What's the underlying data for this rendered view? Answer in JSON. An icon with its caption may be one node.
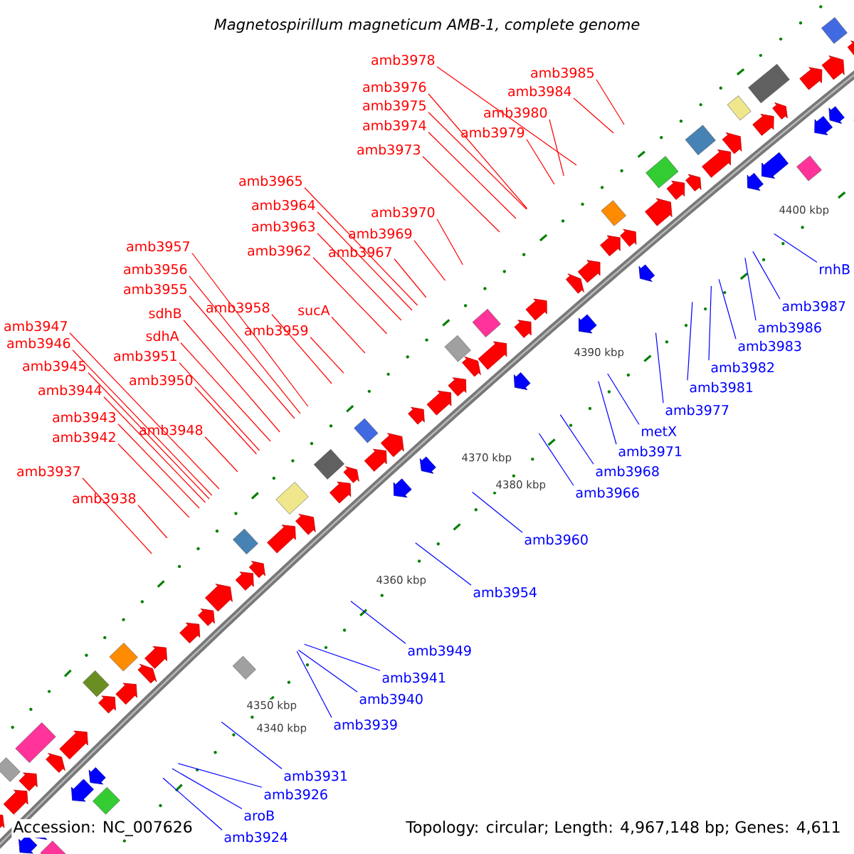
{
  "diagram": {
    "title": "Magnetospirillum magneticum AMB-1, complete genome",
    "nodes": [
      {
        "text": [
          "amb3978"
        ]
      },
      {
        "text": [
          "amb3985"
        ]
      },
      {
        "text": [
          "amb3976"
        ]
      },
      {
        "text": [
          "amb3984"
        ]
      },
      {
        "text": [
          "amb3975"
        ]
      },
      {
        "text": [
          "amb3980"
        ]
      },
      {
        "text": [
          "amb3974"
        ]
      },
      {
        "text": [
          "amb3979"
        ]
      },
      {
        "text": [
          "amb3973"
        ]
      },
      {
        "text": [
          "amb3965"
        ]
      },
      {
        "text": [
          "amb3964"
        ]
      },
      {
        "text": [
          "amb3970"
        ]
      },
      {
        "text": [
          "amb3963"
        ]
      },
      {
        "text": [
          "amb3969"
        ]
      },
      {
        "text": [
          "amb3962"
        ]
      },
      {
        "text": [
          "amb3967"
        ]
      },
      {
        "text": [
          "amb3957"
        ]
      },
      {
        "text": [
          "amb3956"
        ]
      },
      {
        "text": [
          "amb3955"
        ]
      },
      {
        "text": [
          "sdhB"
        ]
      },
      {
        "text": [
          "amb3958"
        ]
      },
      {
        "text": [
          "sucA"
        ]
      },
      {
        "text": [
          "amb3947"
        ]
      },
      {
        "text": [
          "amb3959"
        ]
      },
      {
        "text": [
          "sdhA"
        ]
      },
      {
        "text": [
          "amb3946"
        ]
      },
      {
        "text": [
          "amb3951"
        ]
      },
      {
        "text": [
          "amb3945"
        ]
      },
      {
        "text": [
          "amb3950"
        ]
      },
      {
        "text": [
          "amb3944"
        ]
      },
      {
        "text": [
          "amb3943"
        ]
      },
      {
        "text": [
          "amb3948"
        ]
      },
      {
        "text": [
          "amb3942"
        ]
      },
      {
        "text": [
          "amb3937"
        ]
      },
      {
        "text": [
          "amb3938"
        ]
      },
      {
        "text": [
          "rnhB"
        ]
      },
      {
        "text": [
          "amb3987"
        ]
      },
      {
        "text": [
          "amb3986"
        ]
      },
      {
        "text": [
          "amb3983"
        ]
      },
      {
        "text": [
          "amb3982"
        ]
      },
      {
        "text": [
          "amb3981"
        ]
      },
      {
        "text": [
          "amb3977"
        ]
      },
      {
        "text": [
          "metX"
        ]
      },
      {
        "text": [
          "amb3971"
        ]
      },
      {
        "text": [
          "amb3968"
        ]
      },
      {
        "text": [
          "amb3966"
        ]
      },
      {
        "text": [
          "amb3960"
        ]
      },
      {
        "text": [
          "amb3954"
        ]
      },
      {
        "text": [
          "amb3949"
        ]
      },
      {
        "text": [
          "amb3941"
        ]
      },
      {
        "text": [
          "amb3940"
        ]
      },
      {
        "text": [
          "amb3939"
        ]
      },
      {
        "text": [
          "amb3931"
        ]
      },
      {
        "text": [
          "amb3926"
        ]
      },
      {
        "text": [
          "aroB"
        ]
      },
      {
        "text": [
          "amb3924"
        ]
      }
    ],
    "edges": [
      {
        "from": 0,
        "to": null,
        "arrow": "none"
      },
      {
        "from": 1,
        "to": null,
        "arrow": "none"
      },
      {
        "from": 2,
        "to": null,
        "arrow": "none"
      },
      {
        "from": 3,
        "to": null,
        "arrow": "none"
      },
      {
        "from": 4,
        "to": null,
        "arrow": "none"
      },
      {
        "from": 5,
        "to": null,
        "arrow": "none"
      },
      {
        "from": 6,
        "to": null,
        "arrow": "none"
      },
      {
        "from": 7,
        "to": null,
        "arrow": "none"
      },
      {
        "from": 8,
        "to": null,
        "arrow": "none"
      },
      {
        "from": 9,
        "to": null,
        "arrow": "none"
      },
      {
        "from": 10,
        "to": null,
        "arrow": "none"
      },
      {
        "from": 11,
        "to": null,
        "arrow": "none"
      },
      {
        "from": 12,
        "to": null,
        "arrow": "none"
      },
      {
        "from": 13,
        "to": null,
        "arrow": "none"
      },
      {
        "from": 14,
        "to": null,
        "arrow": "none"
      },
      {
        "from": 15,
        "to": null,
        "arrow": "none"
      },
      {
        "from": 16,
        "to": null,
        "arrow": "none"
      },
      {
        "from": 17,
        "to": null,
        "arrow": "none"
      },
      {
        "from": 18,
        "to": null,
        "arrow": "none"
      },
      {
        "from": 19,
        "to": null,
        "arrow": "none"
      },
      {
        "from": 20,
        "to": null,
        "arrow": "none"
      },
      {
        "from": 21,
        "to": null,
        "arrow": "none"
      },
      {
        "from": 22,
        "to": null,
        "arrow": "none"
      },
      {
        "from": 23,
        "to": null,
        "arrow": "none"
      },
      {
        "from": 24,
        "to": null,
        "arrow": "none"
      },
      {
        "from": 25,
        "to": null,
        "arrow": "none"
      },
      {
        "from": 26,
        "to": null,
        "arrow": "none"
      },
      {
        "from": 27,
        "to": null,
        "arrow": "none"
      },
      {
        "from": 28,
        "to": null,
        "arrow": "none"
      },
      {
        "from": 29,
        "to": null,
        "arrow": "none"
      },
      {
        "from": 30,
        "to": null,
        "arrow": "none"
      },
      {
        "from": 31,
        "to": null,
        "arrow": "none"
      },
      {
        "from": 32,
        "to": null,
        "arrow": "none"
      },
      {
        "from": 33,
        "to": null,
        "arrow": "none"
      },
      {
        "from": 34,
        "to": null,
        "arrow": "none"
      },
      {
        "from": 35,
        "to": null,
        "arrow": "none",
        "color": "#0000ff"
      },
      {
        "from": 36,
        "to": null,
        "arrow": "none",
        "color": "#0000ff"
      },
      {
        "from": 37,
        "to": null,
        "arrow": "none",
        "color": "#0000ff"
      },
      {
        "from": 38,
        "to": null,
        "arrow": "none",
        "color": "#0000ff"
      },
      {
        "from": 39,
        "to": null,
        "arrow": "none",
        "color": "#0000ff"
      },
      {
        "from": 40,
        "to": null,
        "arrow": "none",
        "color": "#0000ff"
      },
      {
        "from": 41,
        "to": null,
        "arrow": "none",
        "color": "#0000ff"
      },
      {
        "from": 42,
        "to": null,
        "arrow": "none",
        "color": "#0000ff"
      },
      {
        "from": 43,
        "to": null,
        "arrow": "none",
        "color": "#0000ff"
      },
      {
        "from": 44,
        "to": null,
        "arrow": "none",
        "color": "#0000ff"
      },
      {
        "from": 45,
        "to": null,
        "arrow": "none",
        "color": "#0000ff"
      },
      {
        "from": 46,
        "to": null,
        "arrow": "none",
        "color": "#0000ff"
      },
      {
        "from": 47,
        "to": null,
        "arrow": "none",
        "color": "#0000ff"
      },
      {
        "from": 48,
        "to": null,
        "arrow": "none",
        "color": "#0000ff"
      },
      {
        "from": 49,
        "to": null,
        "arrow": "none",
        "color": "#0000ff"
      },
      {
        "from": 50,
        "to": null,
        "arrow": "none",
        "color": "#0000ff"
      },
      {
        "from": 51,
        "to": null,
        "arrow": "none",
        "color": "#0000ff"
      },
      {
        "from": 52,
        "to": null,
        "arrow": "none",
        "color": "#0000ff"
      },
      {
        "from": 53,
        "to": null,
        "arrow": "none",
        "color": "#0000ff"
      },
      {
        "from": 54,
        "to": null,
        "arrow": "none",
        "color": "#0000ff"
      },
      {
        "from": 55,
        "to": null,
        "arrow": "none",
        "color": "#0000ff"
      }
    ],
    "labels": [
      "4400 kbp",
      "4390 kbp",
      "4380 kbp",
      "4370 kbp",
      "4360 kbp",
      "4350 kbp",
      "4340 kbp",
      "Accession: NC_007626",
      "Topology: circular; Length: 4,967,148 bp; Genes: 4,611"
    ]
  }
}
